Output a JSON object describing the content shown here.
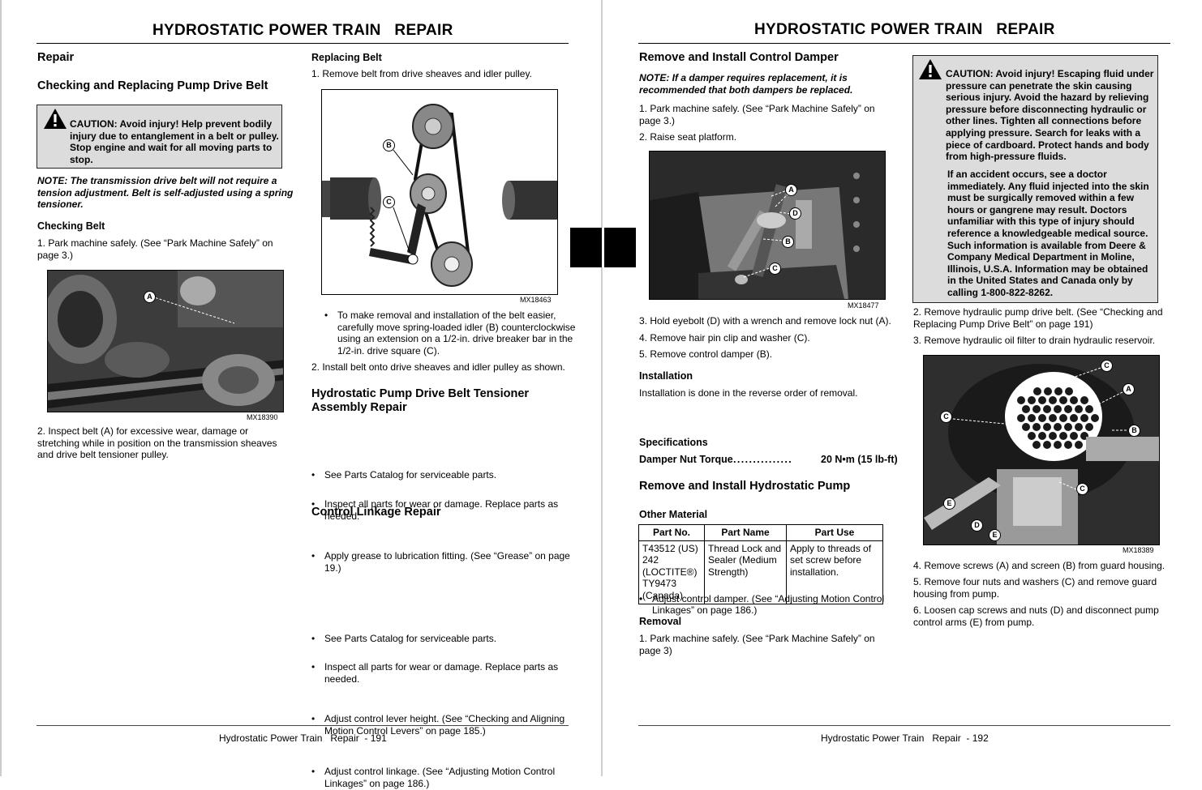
{
  "left_page": {
    "title": "HYDROSTATIC POWER TRAIN   REPAIR",
    "section": "Repair",
    "heading": "Checking and Replacing Pump Drive Belt",
    "caution": "CAUTION: Avoid injury! Help prevent bodily injury due to entanglement in a belt or pulley. Stop engine and wait for all moving parts to stop.",
    "note": "NOTE: The transmission drive belt will not require a tension adjustment. Belt is self-adjusted using a spring tensioner.",
    "checking_heading": "Checking Belt",
    "checking_step1": "1.  Park machine safely. (See “Park Machine Safely” on page 3.)",
    "fig1_label": "MX18390",
    "fig1_callout": "A",
    "checking_step2": "2.  Inspect belt (A) for excessive wear, damage or stretching while in position on the transmission sheaves and drive belt tensioner pulley.",
    "replacing_heading": "Replacing Belt",
    "replacing_step1": "1.  Remove belt from drive sheaves and idler pulley.",
    "fig2_label": "MX18463",
    "fig2_callout_b": "B",
    "fig2_callout_c": "C",
    "replacing_bullet": "To make removal and installation of the belt easier, carefully move spring-loaded idler (B) counterclockwise using an extension on a 1/2-in. drive breaker bar in the 1/2-in. drive square (C).",
    "replacing_step2": "2.  Install belt onto drive sheaves and idler pulley as shown.",
    "tensioner_heading": "Hydrostatic Pump Drive Belt Tensioner Assembly Repair",
    "tensioner_bullets": [
      "See Parts Catalog for serviceable parts.",
      "Inspect all parts for wear or damage. Replace parts as needed.",
      "Apply grease to lubrication fitting. (See “Grease” on page 19.)"
    ],
    "linkage_heading": "Control Linkage Repair",
    "linkage_bullets": [
      "See Parts Catalog for serviceable parts.",
      "Inspect all parts for wear or damage. Replace parts as needed.",
      "Adjust control lever height. (See “Checking and Aligning Motion Control Levers” on page 185.)",
      "Adjust control linkage. (See “Adjusting Motion Control Linkages” on page 186.)"
    ],
    "footer": "Hydrostatic Power Train   Repair  - 191"
  },
  "right_page": {
    "title": "HYDROSTATIC POWER TRAIN   REPAIR",
    "damper_heading": "Remove and Install Control Damper",
    "damper_note": "NOTE: If a damper requires replacement, it is recommended that both dampers be replaced.",
    "damper_step1": "1.  Park machine safely. (See “Park Machine Safely” on page 3.)",
    "damper_step2": "2.  Raise seat platform.",
    "fig3_label": "MX18477",
    "fig3_callouts": {
      "a": "A",
      "b": "B",
      "c": "C",
      "d": "D"
    },
    "damper_step3": "3.  Hold eyebolt (D) with a wrench and remove lock nut (A).",
    "damper_step4": "4.  Remove hair pin clip and washer (C).",
    "damper_step5": "5.  Remove control damper (B).",
    "installation_heading": "Installation",
    "installation_text": "Installation is done in the reverse order of removal.",
    "installation_bullet": "Adjust control damper. (See “Adjusting Motion Control Linkages” on page 186.)",
    "specs_heading": "Specifications",
    "spec_name": "Damper Nut Torque",
    "spec_dots": "...............",
    "spec_value": "20 N•m (15 lb-ft)",
    "pump_heading": "Remove and Install Hydrostatic Pump",
    "other_material": "Other Material",
    "table": {
      "headers": [
        "Part No.",
        "Part Name",
        "Part Use"
      ],
      "row": [
        "T43512 (US) 242 (LOCTITE®) TY9473 (Canada)",
        "Thread Lock and Sealer (Medium Strength)",
        "Apply to threads of set screw before installation."
      ]
    },
    "removal_heading": "Removal",
    "removal_step1": "1.  Park machine safely. (See “Park Machine Safely” on page 3)",
    "caution_p1": "CAUTION: Avoid injury! Escaping fluid under pressure can penetrate the skin causing serious injury. Avoid the hazard by relieving pressure before disconnecting hydraulic or other lines. Tighten all connections before applying pressure. Search for leaks with a piece of cardboard. Protect hands and body from high-pressure fluids.",
    "caution_p2": "If an accident occurs, see a doctor immediately. Any fluid injected into the skin must be surgically removed within a few hours or gangrene may result. Doctors unfamiliar with this type of injury should reference a knowledgeable medical source. Such information is available from Deere & Company Medical Department in Moline, Illinois, U.S.A. Information may be obtained in the United States and Canada only by calling 1-800-822-8262.",
    "pump_step2": "2.  Remove hydraulic pump drive belt. (See “Checking and Replacing Pump Drive Belt” on page 191)",
    "pump_step3": "3.  Remove hydraulic oil filter to drain hydraulic reservoir.",
    "fig4_label": "MX18389",
    "fig4_callouts": {
      "a": "A",
      "b": "B",
      "c": "C",
      "d": "D",
      "e": "E"
    },
    "pump_step4": "4.  Remove screws (A) and screen (B) from guard housing.",
    "pump_step5": "5.  Remove four nuts and washers (C) and remove guard housing from pump.",
    "pump_step6": "6.  Loosen cap screws and nuts (D) and disconnect pump control arms (E) from pump.",
    "footer": "Hydrostatic Power Train   Repair  - 192"
  }
}
